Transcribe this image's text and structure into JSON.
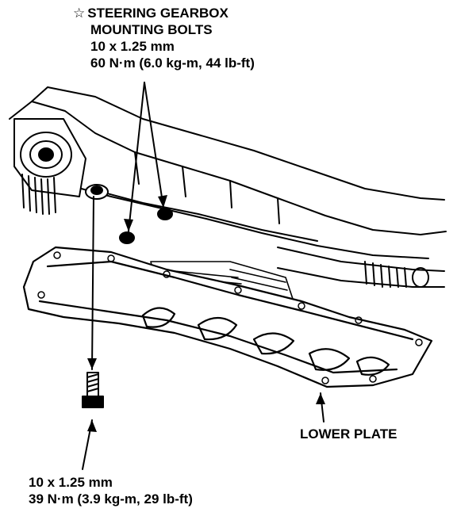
{
  "callouts": {
    "gearbox_bolts": {
      "symbol": "☆",
      "line1": "STEERING GEARBOX",
      "line2": "MOUNTING BOLTS",
      "size": "10 x 1.25 mm",
      "torque": "60 N·m (6.0 kg-m, 44 lb-ft)"
    },
    "plate_bolt": {
      "size": "10 x 1.25 mm",
      "torque": "39 N·m (3.9 kg-m, 29 lb-ft)"
    },
    "lower_plate": {
      "label": "LOWER PLATE"
    }
  },
  "colors": {
    "ink": "#000000",
    "paper": "#ffffff"
  }
}
